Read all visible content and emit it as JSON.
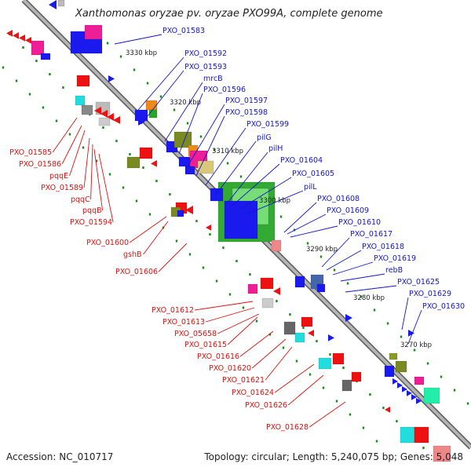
{
  "header": {
    "title": "Xanthomonas oryzae pv. oryzae PXO99A, complete genome"
  },
  "footer": {
    "accession": "Accession: NC_010717",
    "stats": "Topology: circular; Length: 5,240,075 bp; Genes: 5,048"
  },
  "colors": {
    "forward_label": "#1515cc",
    "reverse_label": "#dd1111",
    "backbone": "#8a8a8a",
    "scale_dots": "#1a8a1a"
  },
  "scale_ticks": [
    "3330 kbp",
    "3320 kbp",
    "3310 kbp",
    "3300 kbp",
    "3290 kbp",
    "3280 kbp",
    "3270 kbp"
  ],
  "forward_genes": [
    "PXO_01583",
    "PXO_01592",
    "PXO_01593",
    "mrcB",
    "PXO_01596",
    "PXO_01597",
    "PXO_01598",
    "PXO_01599",
    "pilG",
    "pilH",
    "PXO_01604",
    "PXO_01605",
    "pilL",
    "PXO_01608",
    "PXO_01609",
    "PXO_01610",
    "PXO_01617",
    "PXO_01618",
    "PXO_01619",
    "rebB",
    "PXO_01625",
    "PXO_01629",
    "PXO_01630"
  ],
  "reverse_genes": [
    "PXO_01585",
    "PXO_01586",
    "pqqE",
    "PXO_01589",
    "pqqC",
    "pqqB",
    "PXO_01594",
    "PXO_01600",
    "gshB",
    "PXO_01606",
    "PXO_01612",
    "PXO_01613",
    "PXO_05658",
    "PXO_01615",
    "PXO_01616",
    "PXO_01620",
    "PXO_01621",
    "PXO_01624",
    "PXO_01626",
    "PXO_01628"
  ]
}
